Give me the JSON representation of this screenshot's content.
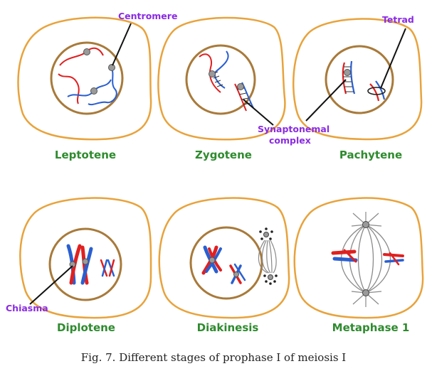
{
  "stages": [
    {
      "label": "Leptotene"
    },
    {
      "label": "Zygotene"
    },
    {
      "label": "Pachytene"
    },
    {
      "label": "Diplotene"
    },
    {
      "label": "Diakinesis"
    },
    {
      "label": "Metaphase 1"
    }
  ],
  "callouts": {
    "centromere": "Centromere",
    "tetrad": "Tetrad",
    "synaptonemal_line1": "Synaptonemal",
    "synaptonemal_line2": "complex",
    "chiasma": "Chiasma"
  },
  "caption": "Fig. 7. Different stages of prophase I of meiosis I",
  "colors": {
    "cell_outline": "#e8a33c",
    "nuclear_envelope": "#a87a3a",
    "homolog_red": "#e02020",
    "homolog_blue": "#2a5fd0",
    "centromere": "#9a9a9a",
    "label_green": "#2e8b2e",
    "callout_purple": "#8a2be2"
  }
}
